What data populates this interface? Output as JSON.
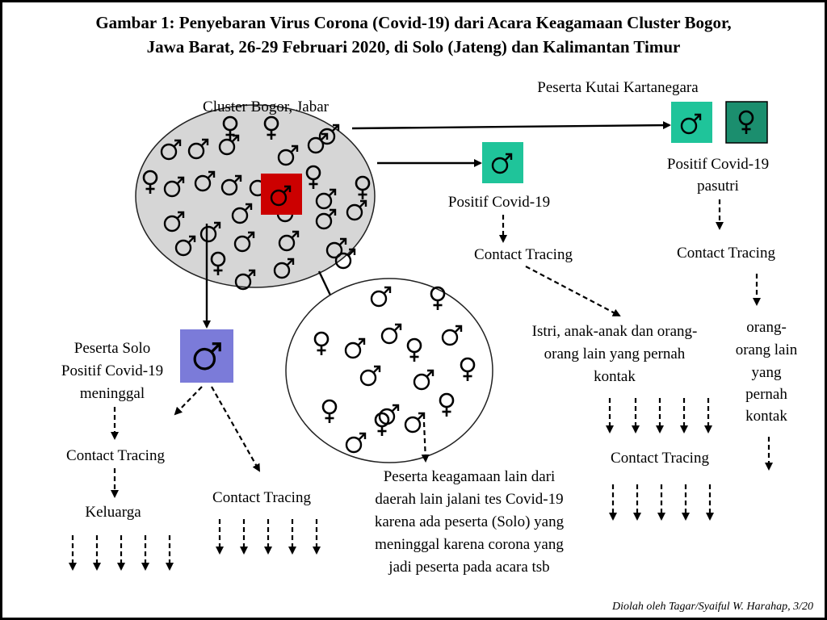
{
  "title": {
    "line1": "Gambar 1: Penyebaran Virus Corona (Covid-19) dari Acara Keagamaan Cluster Bogor,",
    "line2": "Jawa Barat, 26-29 Februari 2020, di Solo (Jateng) dan  Kalimantan Timur"
  },
  "cluster": {
    "label": "Cluster Bogor, Jabar"
  },
  "solo": {
    "label1": "Peserta Solo",
    "label2": "Positif Covid-19",
    "label3": "meninggal",
    "tracing_left": "Contact Tracing",
    "keluarga": "Keluarga",
    "tracing_right": "Contact Tracing"
  },
  "middle": {
    "positive": "Positif Covid-19",
    "tracing": "Contact Tracing",
    "contacts1": "Istri, anak-anak dan orang-",
    "contacts2": "orang lain yang pernah",
    "contacts3": "kontak",
    "tracing2": "Contact Tracing"
  },
  "kutai": {
    "label": "Peserta Kutai Kartanegara",
    "positive": "Positif Covid-19",
    "pasutri": "pasutri",
    "tracing": "Contact Tracing",
    "others1": "orang-",
    "others2": "orang lain",
    "others3": "yang",
    "others4": "pernah",
    "others5": "kontak"
  },
  "participants_note": {
    "line1": "Peserta keagamaan  lain dari",
    "line2": "daerah lain jalani tes Covid-19",
    "line3": "karena ada peserta (Solo) yang",
    "line4": "meninggal  karena corona yang",
    "line5": "jadi peserta pada acara tsb"
  },
  "credit": "Diolah oleh Tagar/Syaiful W. Harahap, 3/20",
  "colors": {
    "cluster_fill": "#d6d6d6",
    "index_case": "#cc0000",
    "positive_teal": "#1fc49a",
    "kutai_female": "#1b8e6e",
    "solo_box": "#7b7bd9"
  }
}
